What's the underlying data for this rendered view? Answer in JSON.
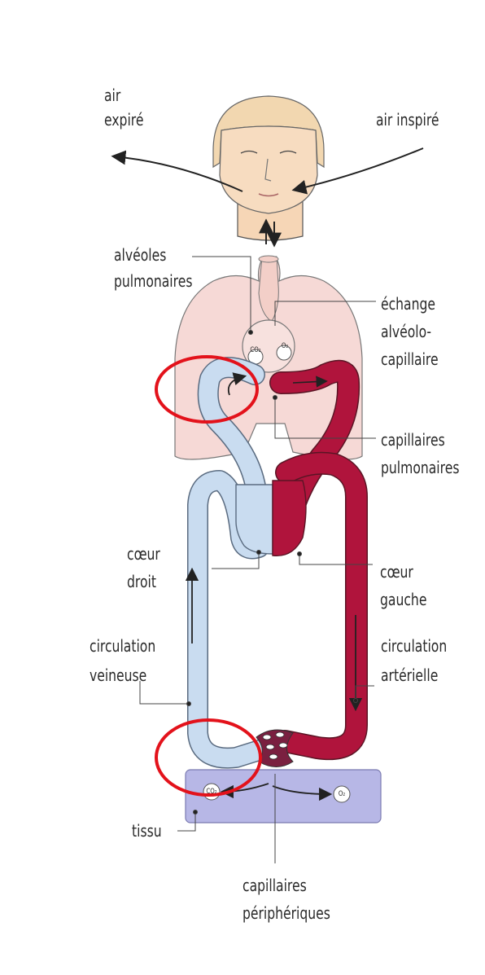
{
  "labels": {
    "air_expired": [
      "air",
      "expiré"
    ],
    "air_inspired": "air inspiré",
    "alveoles": [
      "alvéoles",
      "pulmonaires"
    ],
    "exchange": [
      "échange",
      "alvéolo-",
      "capillaire"
    ],
    "pulmonary_capillaries": [
      "capillaires",
      "pulmonaires"
    ],
    "right_heart": [
      "cœur",
      "droit"
    ],
    "left_heart": [
      "cœur",
      "gauche"
    ],
    "venous": [
      "circulation",
      "veineuse"
    ],
    "arterial": [
      "circulation",
      "artérielle"
    ],
    "tissue": "tissu",
    "peripheral_capillaries": [
      "capillaires",
      "périphériques"
    ],
    "co2_symbol": "CO₂",
    "o2_symbol": "O₂"
  },
  "colors": {
    "venous_blood": "#c9dcf0",
    "arterial_blood": "#b0143c",
    "lungs": "#f6d9d6",
    "tissue": "#b7b7e6",
    "face": "#f6d6b6",
    "highlight": "#e3121b"
  }
}
